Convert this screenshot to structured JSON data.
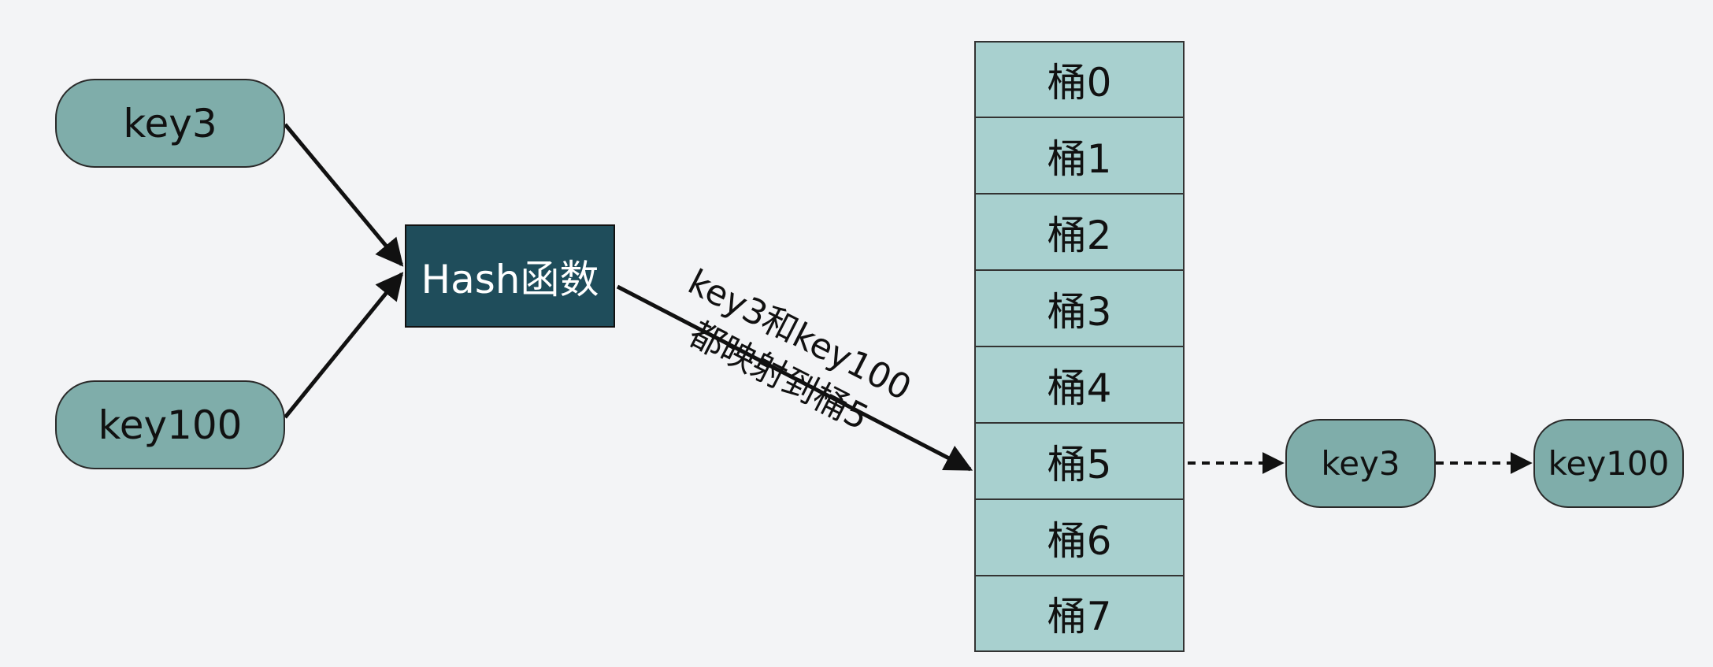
{
  "inputs": [
    {
      "label": "key3"
    },
    {
      "label": "key100"
    }
  ],
  "hash_function": {
    "label": "Hash函数"
  },
  "annotation": {
    "line1": "key3和key100",
    "line2": "都映射到桶5"
  },
  "buckets": [
    {
      "label": "桶0"
    },
    {
      "label": "桶1"
    },
    {
      "label": "桶2"
    },
    {
      "label": "桶3"
    },
    {
      "label": "桶4"
    },
    {
      "label": "桶5"
    },
    {
      "label": "桶6"
    },
    {
      "label": "桶7"
    }
  ],
  "chain": [
    {
      "label": "key3"
    },
    {
      "label": "key100"
    }
  ],
  "colors": {
    "background": "#f3f4f6",
    "key_node": "#7fadaa",
    "hash_box": "#1f4d5b",
    "bucket": "#a8d0cf",
    "edge": "#111111"
  }
}
